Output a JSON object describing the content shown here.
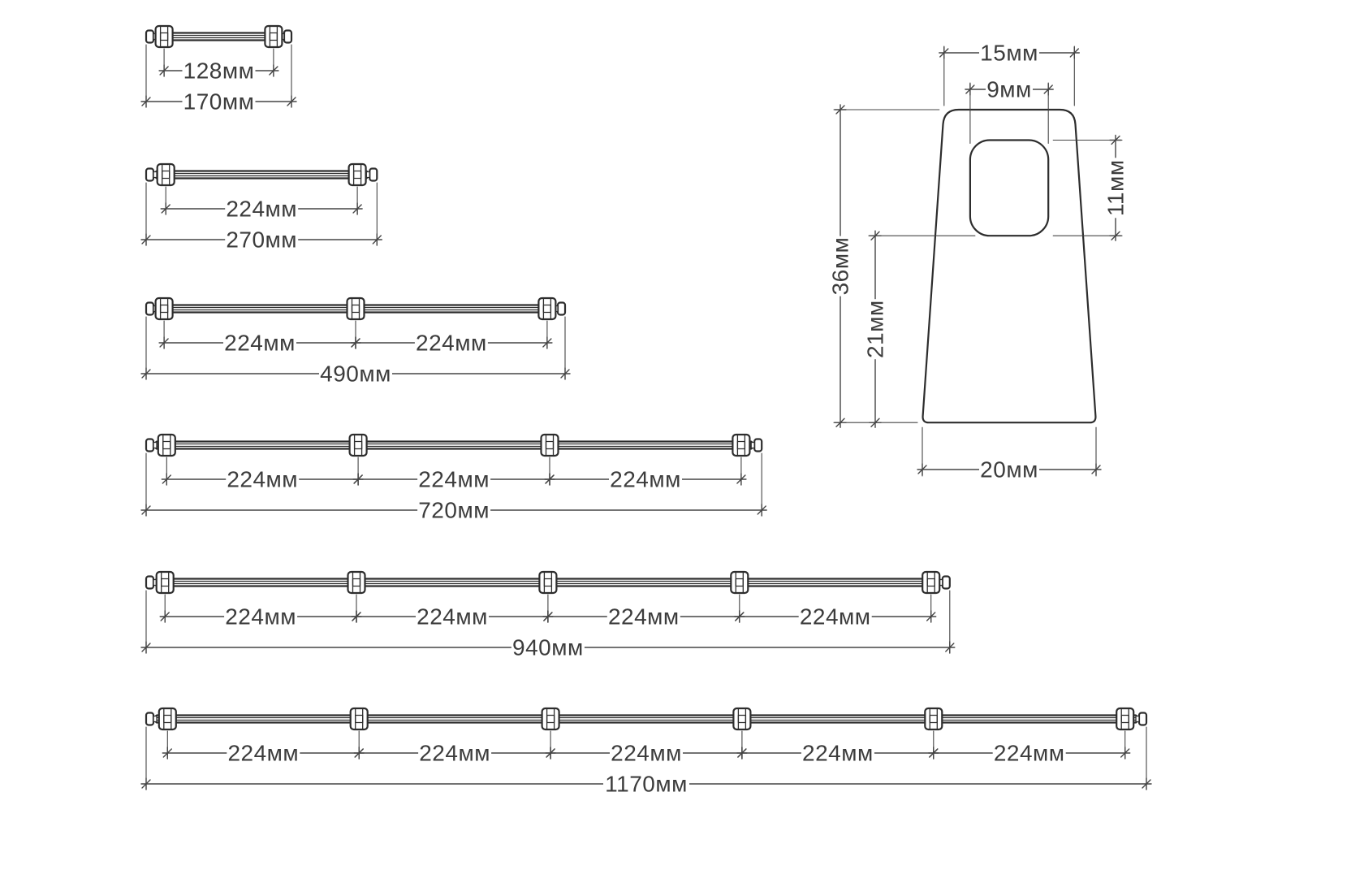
{
  "drawing": {
    "unit": "мм",
    "colors": {
      "line": "#2d2d2d",
      "dimension": "#454545",
      "text": "#3c3c3c",
      "background": "#ffffff"
    },
    "rails": [
      {
        "id": "rail-170",
        "bracket_count": 2,
        "segments": [
          {
            "mm": 128,
            "label": "128мм"
          }
        ],
        "total_mm": 170,
        "total_label": "170мм"
      },
      {
        "id": "rail-270",
        "bracket_count": 2,
        "segments": [
          {
            "mm": 224,
            "label": "224мм"
          }
        ],
        "total_mm": 270,
        "total_label": "270мм"
      },
      {
        "id": "rail-490",
        "bracket_count": 3,
        "segments": [
          {
            "mm": 224,
            "label": "224мм"
          },
          {
            "mm": 224,
            "label": "224мм"
          }
        ],
        "total_mm": 490,
        "total_label": "490мм"
      },
      {
        "id": "rail-720",
        "bracket_count": 4,
        "segments": [
          {
            "mm": 224,
            "label": "224мм"
          },
          {
            "mm": 224,
            "label": "224мм"
          },
          {
            "mm": 224,
            "label": "224мм"
          }
        ],
        "total_mm": 720,
        "total_label": "720мм"
      },
      {
        "id": "rail-940",
        "bracket_count": 5,
        "segments": [
          {
            "mm": 224,
            "label": "224мм"
          },
          {
            "mm": 224,
            "label": "224мм"
          },
          {
            "mm": 224,
            "label": "224мм"
          },
          {
            "mm": 224,
            "label": "224мм"
          }
        ],
        "total_mm": 940,
        "total_label": "940мм"
      },
      {
        "id": "rail-1170",
        "bracket_count": 6,
        "segments": [
          {
            "mm": 224,
            "label": "224мм"
          },
          {
            "mm": 224,
            "label": "224мм"
          },
          {
            "mm": 224,
            "label": "224мм"
          },
          {
            "mm": 224,
            "label": "224мм"
          },
          {
            "mm": 224,
            "label": "224мм"
          }
        ],
        "total_mm": 1170,
        "total_label": "1170мм"
      }
    ],
    "profile": {
      "id": "bracket-profile",
      "top_width": {
        "mm": 15,
        "label": "15мм"
      },
      "slot_width": {
        "mm": 9,
        "label": "9мм"
      },
      "slot_height": {
        "mm": 11,
        "label": "11мм"
      },
      "total_height": {
        "mm": 36,
        "label": "36мм"
      },
      "below_slot_height": {
        "mm": 21,
        "label": "21мм"
      },
      "bottom_width": {
        "mm": 20,
        "label": "20мм"
      }
    }
  }
}
